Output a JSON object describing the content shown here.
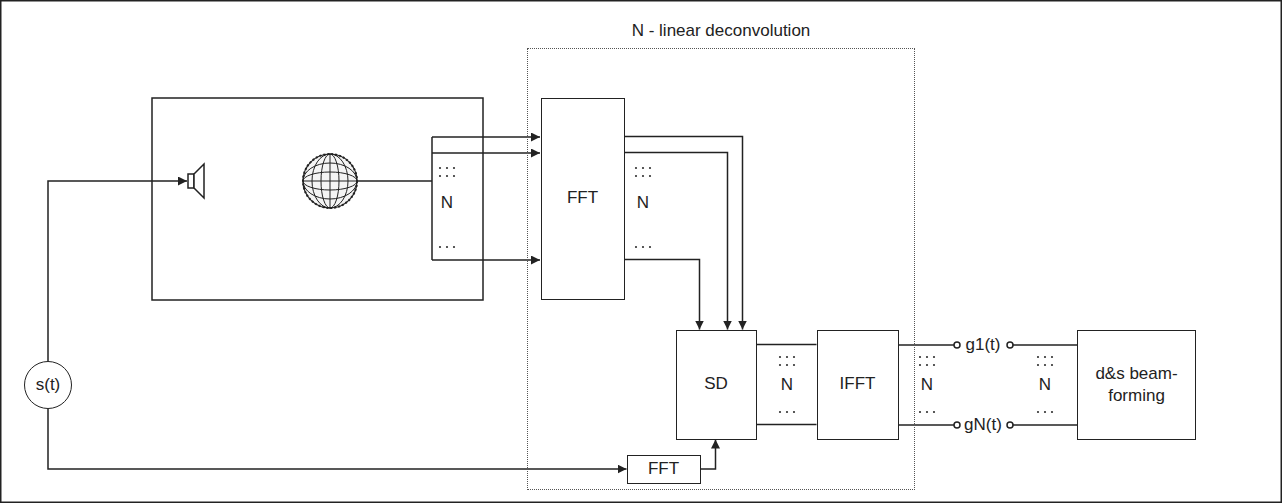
{
  "diagram": {
    "nodes": [
      {
        "text": [
          "N - linear deconvolution"
        ]
      },
      {
        "text": [
          "FFT"
        ],
        "in": 0
      },
      {
        "text": [
          "SD"
        ],
        "in": 0
      },
      {
        "text": [
          "IFFT"
        ],
        "in": 0
      },
      {
        "text": [
          "FFT"
        ],
        "in": 0
      },
      {
        "text": [
          "s(t)"
        ]
      },
      {
        "text": [
          "d&s beam- forming"
        ]
      }
    ],
    "edges": [
      {
        "from": 1,
        "to": 2,
        "arrow": "to"
      },
      {
        "from": 4,
        "to": 2,
        "arrow": "to"
      },
      {
        "from": 2,
        "to": 3,
        "arrow": "none"
      },
      {
        "from": 5,
        "to": 4,
        "arrow": "to"
      }
    ],
    "labels": [
      "N",
      "N",
      "N",
      "N",
      "N",
      "g1(t)",
      "gN(t)"
    ]
  }
}
